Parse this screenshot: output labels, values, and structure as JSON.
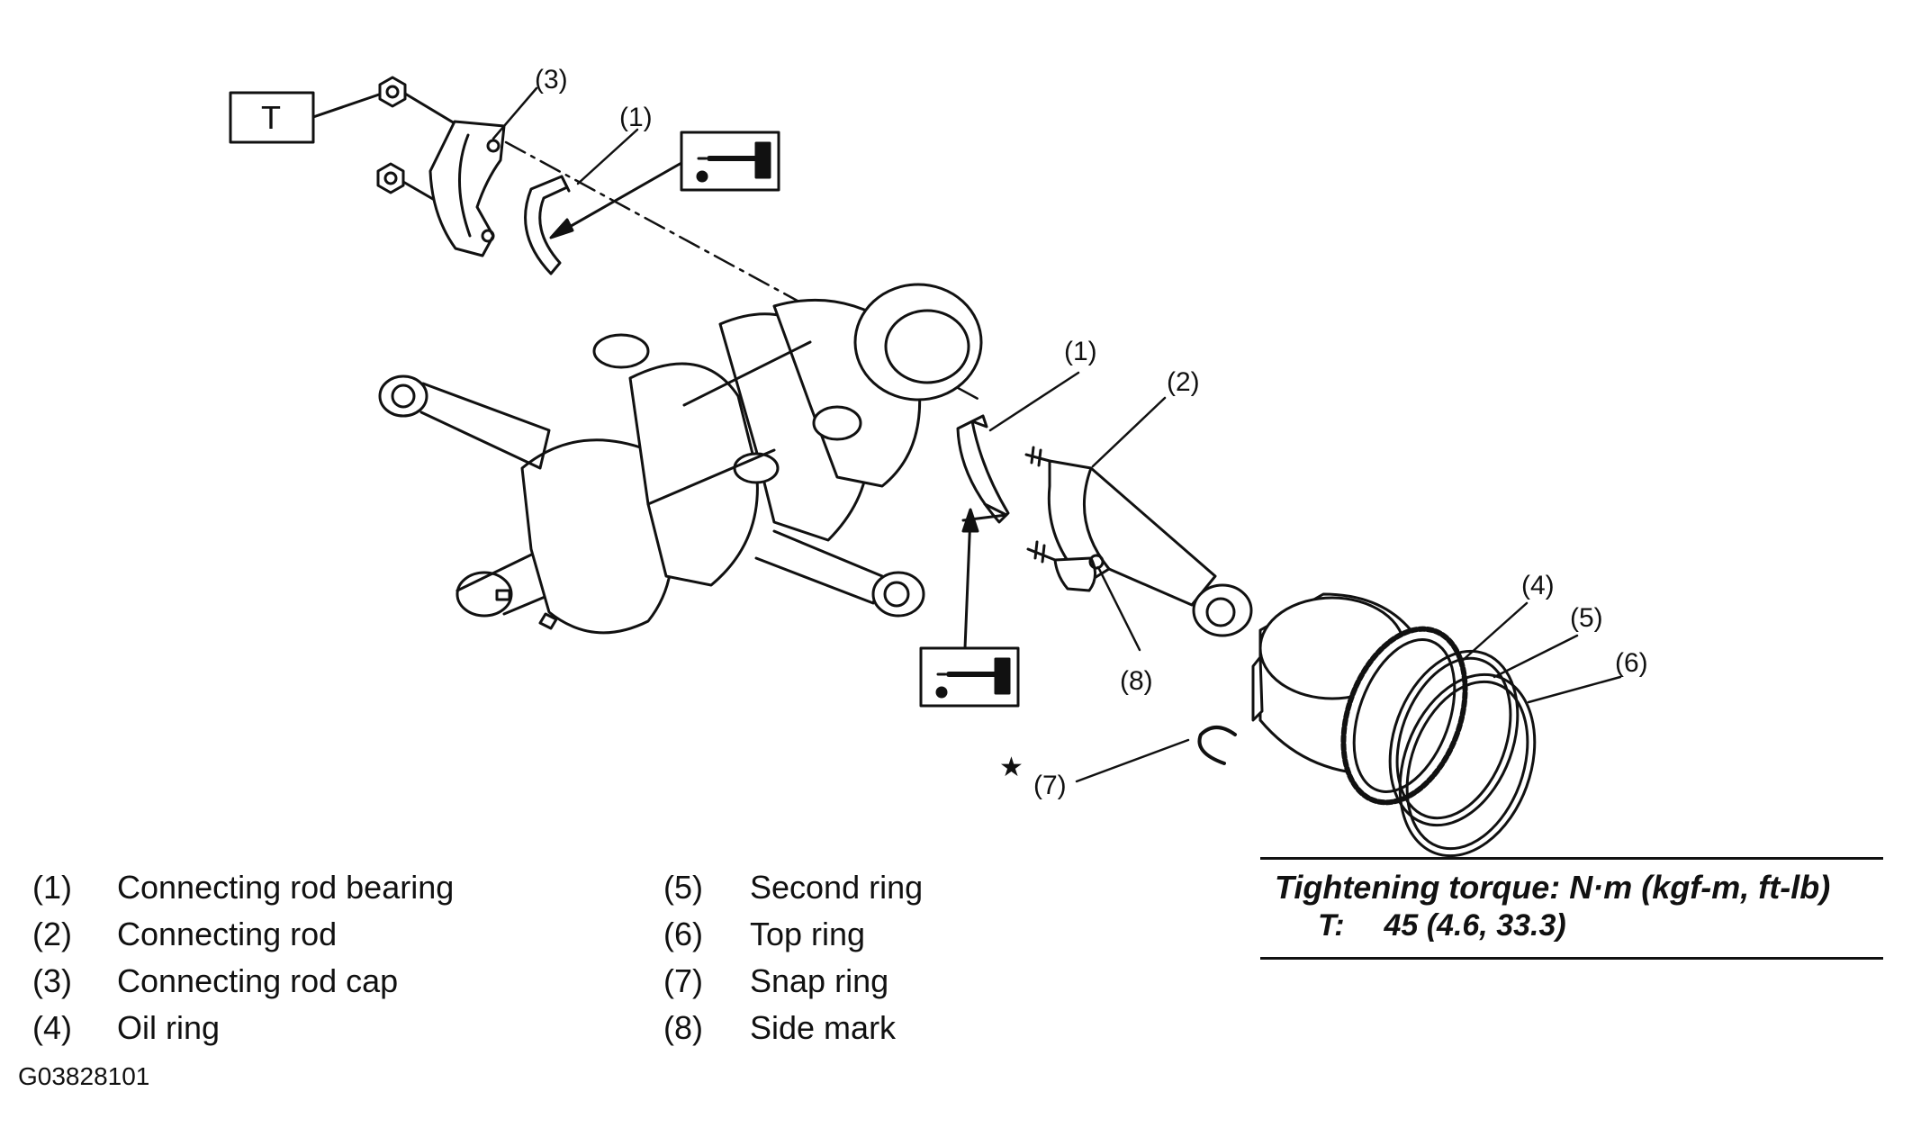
{
  "callouts": {
    "c1a": "(1)",
    "c1b": "(1)",
    "c2": "(2)",
    "c3": "(3)",
    "c4": "(4)",
    "c5": "(5)",
    "c6": "(6)",
    "c7": "(7)",
    "c8": "(8)",
    "torque_box": "T",
    "star": "★"
  },
  "legend": [
    {
      "num": "(1)",
      "label": "Connecting rod bearing"
    },
    {
      "num": "(2)",
      "label": "Connecting rod"
    },
    {
      "num": "(3)",
      "label": "Connecting rod cap"
    },
    {
      "num": "(4)",
      "label": "Oil ring"
    },
    {
      "num": "(5)",
      "label": "Second ring"
    },
    {
      "num": "(6)",
      "label": "Top ring"
    },
    {
      "num": "(7)",
      "label": "Snap ring"
    },
    {
      "num": "(8)",
      "label": "Side mark"
    }
  ],
  "torque": {
    "title": "Tightening torque: N·m (kgf-m, ft-lb)",
    "key": "T:",
    "value": "45 (4.6, 33.3)"
  },
  "figure_id": "G03828101"
}
